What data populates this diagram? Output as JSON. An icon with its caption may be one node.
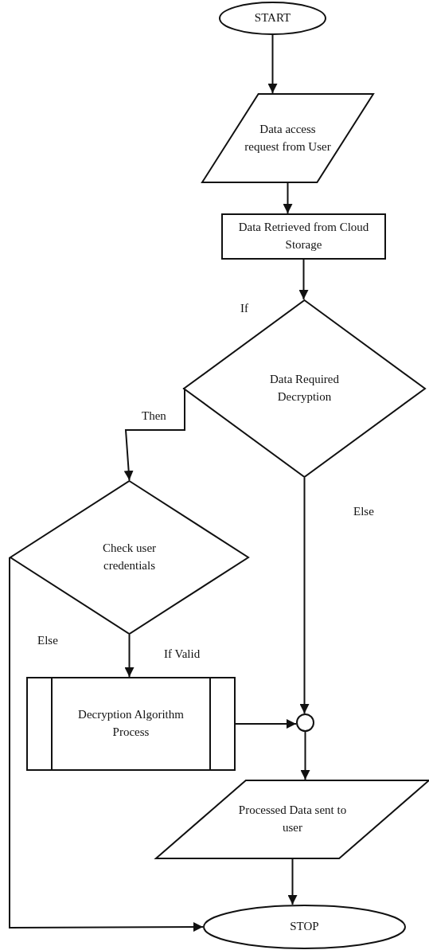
{
  "diagram": {
    "nodes": [
      {
        "text": [
          "START"
        ]
      },
      {
        "text": [
          "Data access request from User"
        ]
      },
      {
        "text": [
          "Data Retrieved from Cloud Storage"
        ]
      },
      {
        "text": [
          "Data Required Decryption"
        ]
      },
      {
        "text": [
          "Check user credentials"
        ]
      },
      {
        "text": [
          "Decryption Algorithm Process"
        ]
      },
      {
        "text": [],
        "shape": "circle"
      },
      {
        "text": [
          "Processed Data sent to user"
        ]
      },
      {
        "text": [
          "STOP"
        ]
      }
    ],
    "edges": [
      {
        "from": 0,
        "to": 1,
        "arrow": "to"
      },
      {
        "from": 1,
        "to": 2,
        "arrow": "to"
      },
      {
        "from": 2,
        "to": 3,
        "arrow": "to",
        "label": "If"
      },
      {
        "from": 3,
        "to": 4,
        "arrow": "to",
        "label": "Then"
      },
      {
        "from": 3,
        "to": 6,
        "arrow": "to",
        "label": "Else"
      },
      {
        "from": 4,
        "to": 5,
        "arrow": "to",
        "label": "If Valid"
      },
      {
        "from": 4,
        "to": 8,
        "arrow": "to",
        "label": "Else"
      },
      {
        "from": 5,
        "to": 6,
        "arrow": "to"
      },
      {
        "from": 6,
        "to": 7,
        "arrow": "to"
      },
      {
        "from": 7,
        "to": 8,
        "arrow": "to"
      }
    ]
  }
}
